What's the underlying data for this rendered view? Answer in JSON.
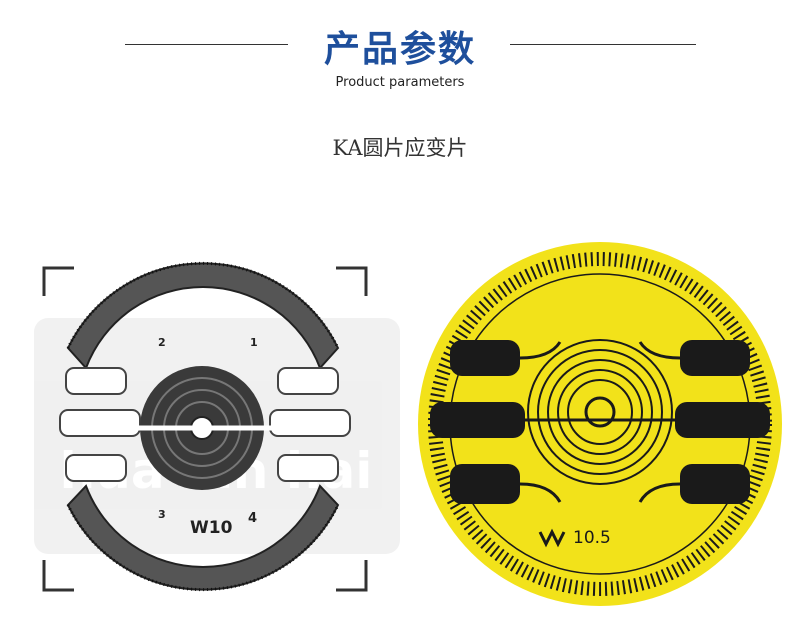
{
  "header": {
    "title": "产品参数",
    "subtitle": "Product parameters"
  },
  "product": {
    "name": "KA圆片应变片"
  },
  "left_gauge": {
    "labels": [
      "2",
      "1",
      "3",
      "4"
    ],
    "model": "W10",
    "watermark": "hua lan hai"
  },
  "right_gauge": {
    "model": "10.5",
    "colors": {
      "film": "#f2e21a",
      "grid": "#1a1a1a"
    }
  },
  "colors": {
    "accent": "#1e4f9c"
  }
}
